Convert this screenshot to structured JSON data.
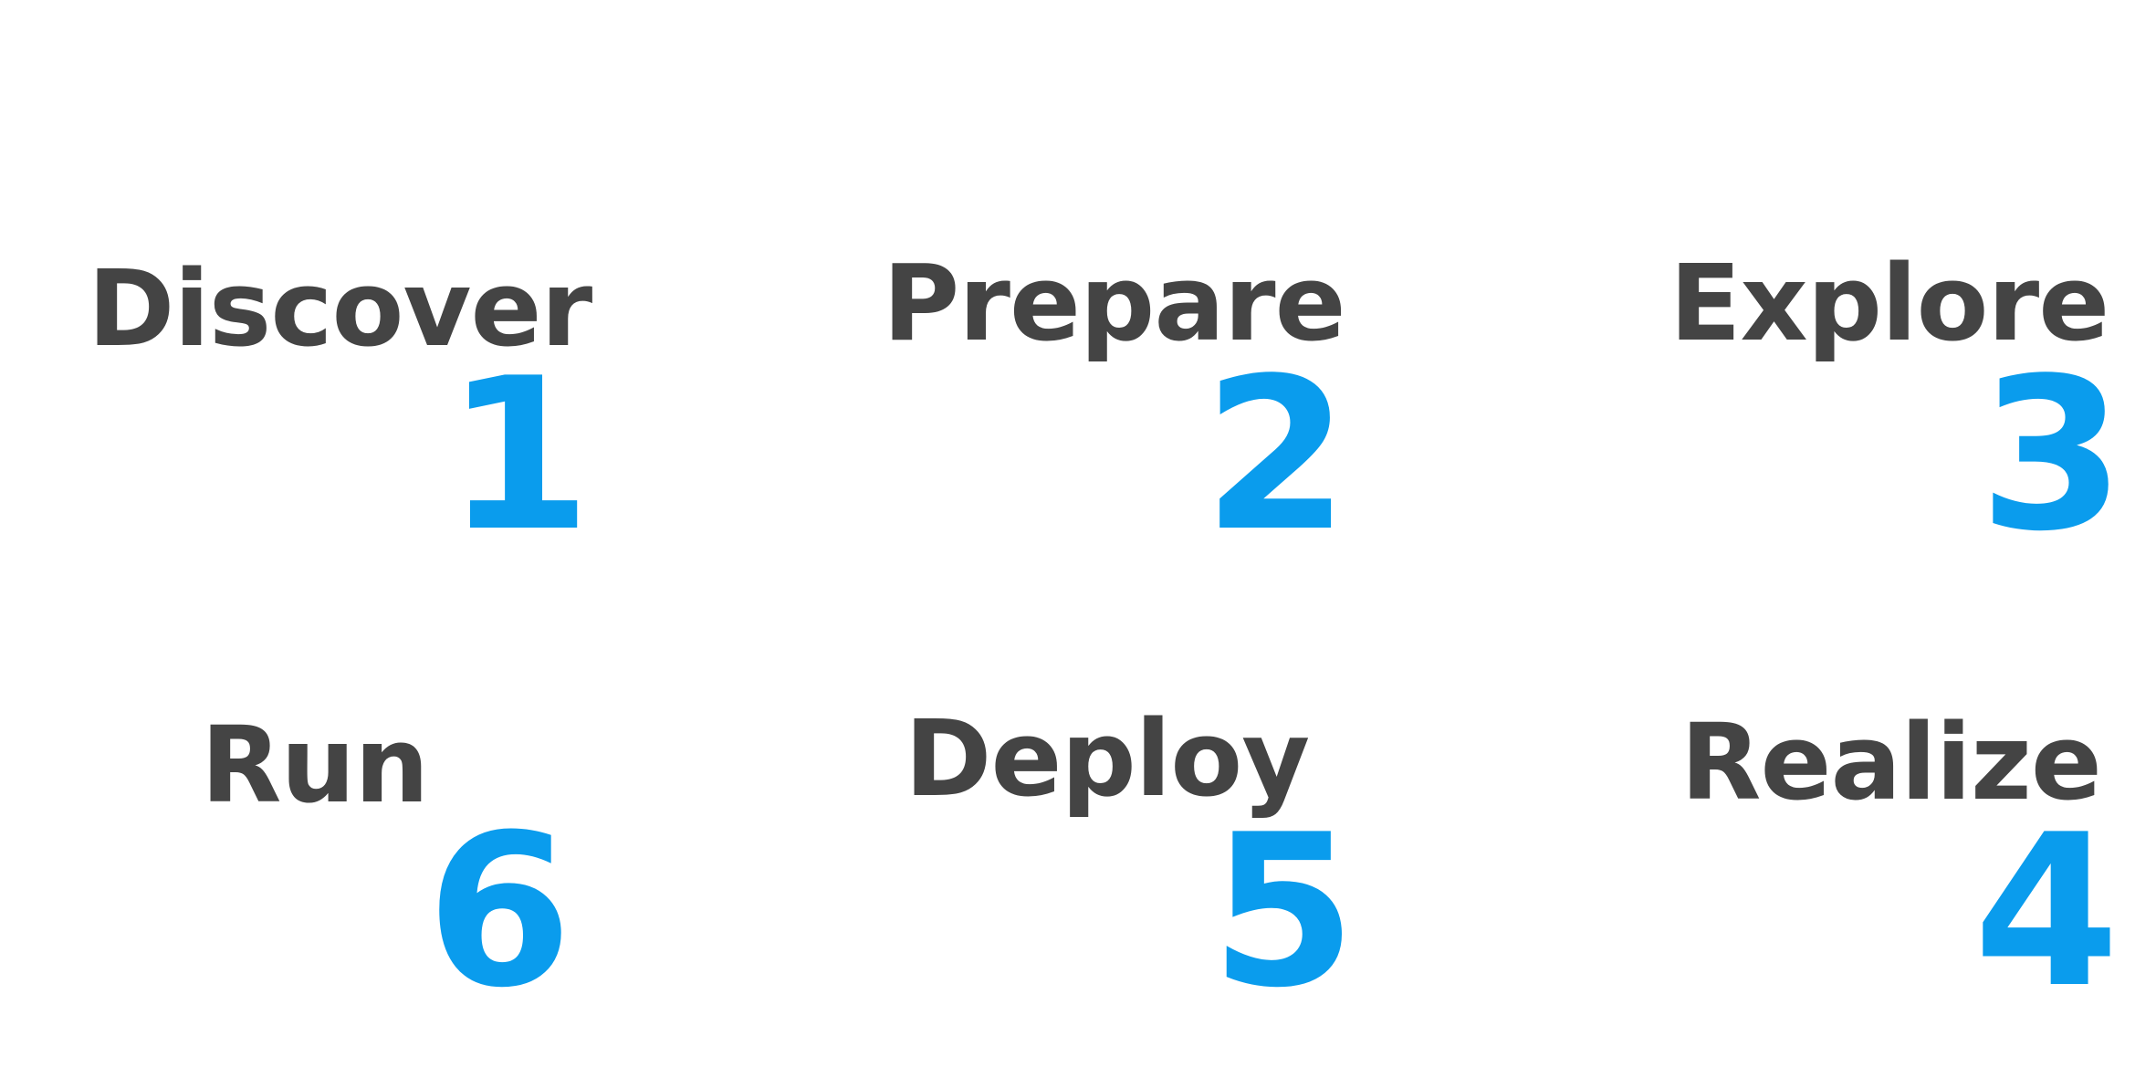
{
  "colors": {
    "word": "#444444",
    "number": "#0a9ced",
    "background": "#ffffff"
  },
  "steps": [
    {
      "word": "Discover",
      "number": "1"
    },
    {
      "word": "Prepare",
      "number": "2"
    },
    {
      "word": "Explore",
      "number": "3"
    },
    {
      "word": "Run",
      "number": "6"
    },
    {
      "word": "Deploy",
      "number": "5"
    },
    {
      "word": "Realize",
      "number": "4"
    }
  ]
}
